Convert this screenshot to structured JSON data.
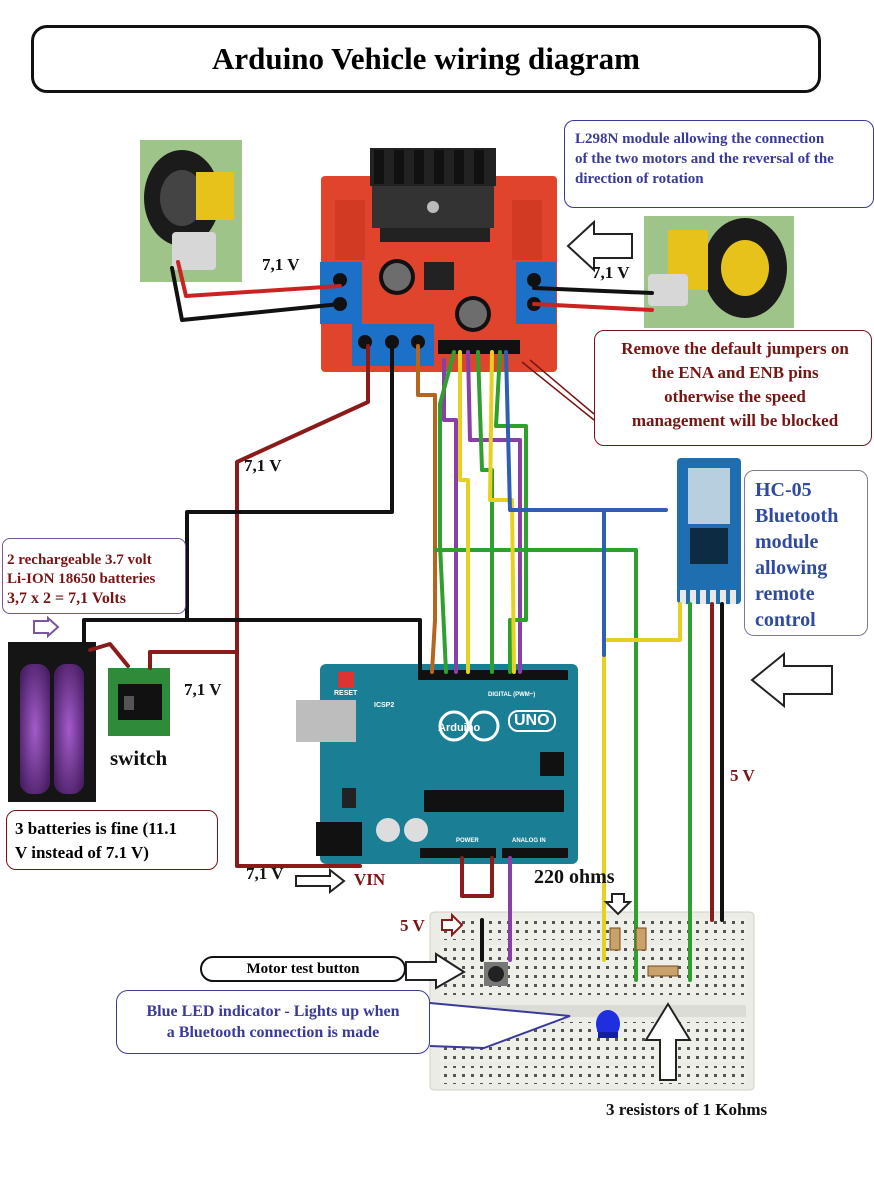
{
  "title": "Arduino Vehicle wiring diagram",
  "notes": {
    "l298n": [
      "L298N module allowing the connection",
      "of the two motors and the reversal of the",
      "direction of rotation"
    ],
    "jumpers": [
      "Remove the default jumpers on",
      "the ENA and ENB pins",
      "otherwise the speed",
      "management will be blocked"
    ],
    "batteries": [
      "2 rechargeable 3.7 volt",
      "Li-ION 18650 batteries",
      "3,7 x 2 = 7,1 Volts"
    ],
    "batteries_alt": [
      "3 batteries is fine (11.1",
      "V instead of 7.1 V)"
    ],
    "hc05": [
      "HC-05",
      "Bluetooth",
      "module",
      "allowing",
      "remote",
      "control"
    ],
    "led": [
      "Blue LED indicator - Lights up when",
      "a Bluetooth connection is made"
    ],
    "motor_button": "Motor test button",
    "resistors_220": "220  ohms",
    "resistors_1k": "3 resistors of 1 Kohms"
  },
  "labels": {
    "volt_motor_left": "7,1 V",
    "volt_motor_right": "7,1 V",
    "volt_wire": "7,1 V",
    "volt_switch": "7,1 V",
    "volt_vin": "7,1 V",
    "vin": "VIN",
    "five_v_bt": "5 V",
    "five_v_bb": "5 V",
    "switch": "switch",
    "arduino_brand": "Arduino",
    "arduino_model": "UNO",
    "reset": "RESET",
    "icsp": "ICSP2",
    "digital": "DIGITAL (PWM~)",
    "power": "POWER",
    "analog": "ANALOG IN"
  },
  "colors": {
    "wire_red": "#8b1a1a",
    "wire_black": "#111111",
    "wire_green": "#2da02d",
    "wire_yellow": "#e6d21e",
    "wire_purple": "#8a3fa8",
    "wire_blue": "#2f5fb3",
    "wire_orange": "#b5651d",
    "board_red": "#e0442c",
    "arduino_teal": "#1a7f94",
    "bt_blue": "#1f6fb0"
  },
  "icons": [
    "motor-wheel-image",
    "l298n-board-image",
    "battery-pack-image",
    "switch-image",
    "arduino-board-image",
    "hc05-module-image",
    "breadboard-image",
    "led-image",
    "push-button-image",
    "arrow-outline"
  ]
}
